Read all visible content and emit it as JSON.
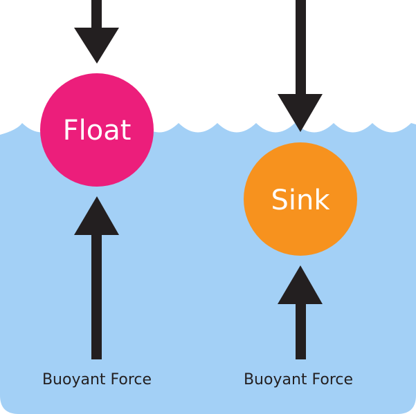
{
  "objects": [
    {
      "label": "Float",
      "color": "#ec1e7b"
    },
    {
      "label": "Sink",
      "color": "#f7921e"
    }
  ],
  "force_labels": [
    "Buoyant Force",
    "Buoyant Force"
  ],
  "colors": {
    "water": "#a3d0f6",
    "arrow": "#231f20",
    "background": "#ffffff"
  }
}
